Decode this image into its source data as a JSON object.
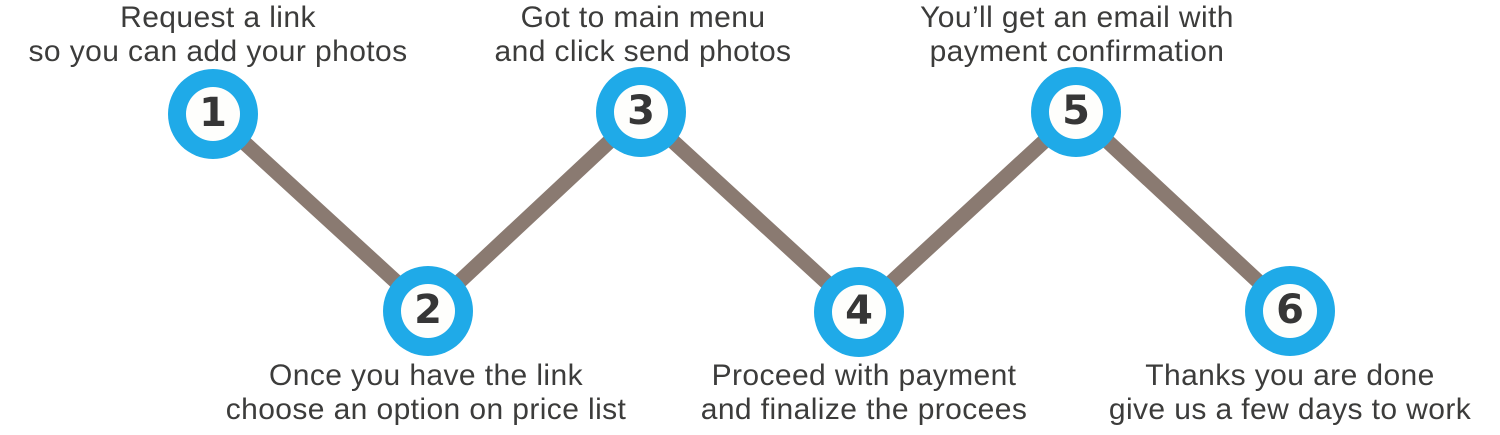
{
  "colors": {
    "circle_blue": "#1faae8",
    "inner_white": "#fefefc",
    "line_taupe": "#8a7a71",
    "text_dark": "#3c3c3b",
    "number_dark": "#363636"
  },
  "steps": [
    {
      "number": "1",
      "position": "top",
      "line1": "Request a link",
      "line2": "so you can add your photos"
    },
    {
      "number": "2",
      "position": "bottom",
      "line1": "Once you have the link",
      "line2": "choose an option on price list"
    },
    {
      "number": "3",
      "position": "top",
      "line1": "Got to main menu",
      "line2": "and click send photos"
    },
    {
      "number": "4",
      "position": "bottom",
      "line1": "Proceed with payment",
      "line2": "and finalize the procees"
    },
    {
      "number": "5",
      "position": "top",
      "line1": "You’ll get an email with",
      "line2": "payment confirmation"
    },
    {
      "number": "6",
      "position": "bottom",
      "line1": "Thanks you are done",
      "line2": "give us a few days to work"
    }
  ]
}
